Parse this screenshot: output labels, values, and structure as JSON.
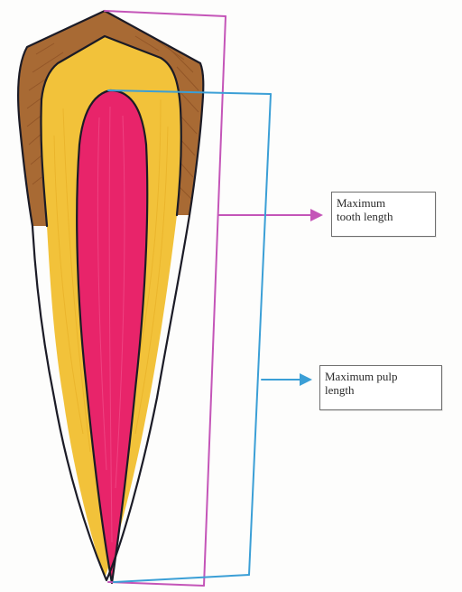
{
  "labels": {
    "tooth_length": {
      "line1": "Maximum",
      "line2": "tooth length"
    },
    "pulp_length": {
      "line1": "Maximum pulp",
      "line2": "length"
    }
  },
  "colors": {
    "enamel": "#a0622e",
    "dentin": "#f2c23a",
    "pulp": "#e8246a",
    "outline": "#1b1b26",
    "tooth_length_marker": "#c455b8",
    "pulp_length_marker": "#3b9fd6",
    "background": "#fdfdfc"
  }
}
